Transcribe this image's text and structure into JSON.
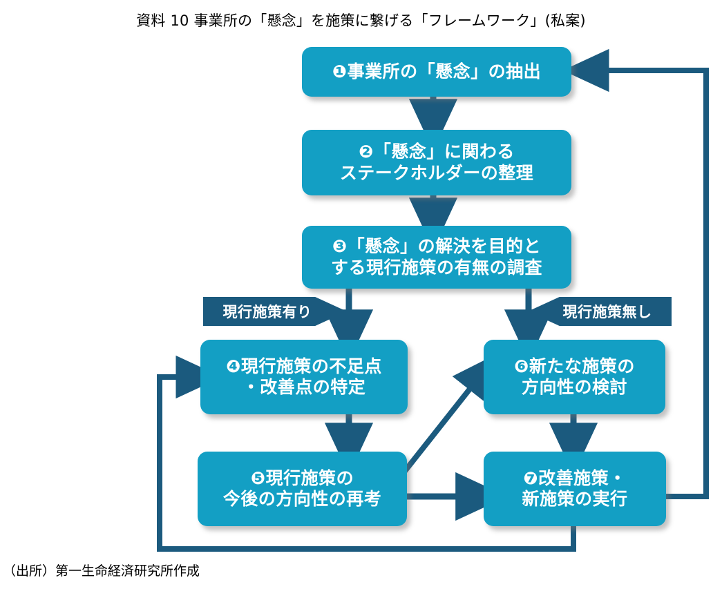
{
  "title": "資料 10 事業所の「懸念」を施策に繋げる「フレームワーク」(私案)",
  "source": "（出所）第一生命経済研究所作成",
  "colors": {
    "node_fill": "#139FC4",
    "connector": "#1B5A7E",
    "chevron_fill": "#1B5A7E",
    "node_text": "#ffffff",
    "background": "#ffffff"
  },
  "nodes": [
    {
      "id": "n1",
      "marker": "❶",
      "label": "❶事業所の「懸念」の抽出"
    },
    {
      "id": "n2",
      "marker": "❷",
      "label": "❷「懸念」に関わる\nステークホルダーの整理"
    },
    {
      "id": "n3",
      "marker": "❸",
      "label": "❸「懸念」の解決を目的と\nする現行施策の有無の調査"
    },
    {
      "id": "n4",
      "marker": "❹",
      "label": "❹現行施策の不足点\n・改善点の特定"
    },
    {
      "id": "n5",
      "marker": "❺",
      "label": "❺現行施策の\n今後の方向性の再考"
    },
    {
      "id": "n6",
      "marker": "❻",
      "label": "❻新たな施策の\n方向性の検討"
    },
    {
      "id": "n7",
      "marker": "❼",
      "label": "❼改善施策・\n新施策の実行"
    }
  ],
  "branch_labels": [
    {
      "id": "b1",
      "label": "現行施策有り",
      "direction": "right"
    },
    {
      "id": "b2",
      "label": "現行施策無し",
      "direction": "left"
    }
  ],
  "edges": [
    {
      "from": "n1",
      "to": "n2",
      "type": "straight-down"
    },
    {
      "from": "n2",
      "to": "n3",
      "type": "straight-down"
    },
    {
      "from": "n3",
      "to": "n4",
      "type": "branch-left"
    },
    {
      "from": "n3",
      "to": "n6",
      "type": "branch-right"
    },
    {
      "from": "n4",
      "to": "n5",
      "type": "straight-down"
    },
    {
      "from": "n5",
      "to": "n6",
      "type": "diagonal-up-right"
    },
    {
      "from": "n5",
      "to": "n7",
      "type": "straight-right"
    },
    {
      "from": "n6",
      "to": "n7",
      "type": "straight-down"
    },
    {
      "from": "n7",
      "to": "n4",
      "type": "feedback-bottom-left"
    },
    {
      "from": "n7",
      "to": "n1",
      "type": "feedback-right-top"
    }
  ]
}
